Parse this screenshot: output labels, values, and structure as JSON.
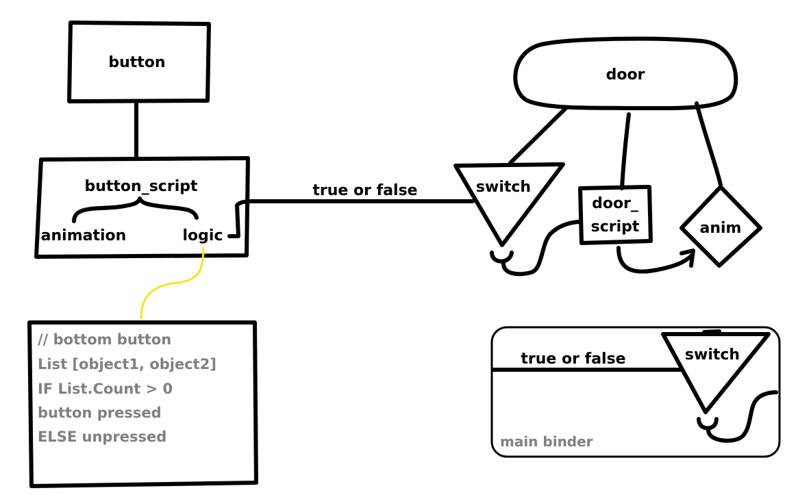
{
  "nodes": {
    "button": "button",
    "button_script": "button_script",
    "animation": "animation",
    "logic": "logic",
    "door": "door",
    "switch": "switch",
    "door_script_line1": "door_",
    "door_script_line2": "script",
    "anim": "anim"
  },
  "edges": {
    "signal_label": "true or false"
  },
  "code_note": {
    "lines": [
      "// bottom button",
      "List [object1, object2]",
      "IF List.Count > 0",
      "button pressed",
      "ELSE unpressed"
    ]
  },
  "main_binder": {
    "signal_label": "true or false",
    "switch": "switch",
    "caption": "main binder"
  },
  "colors": {
    "ink": "#000000",
    "connector_highlight": "#f5e61b",
    "code_text": "#808080"
  }
}
